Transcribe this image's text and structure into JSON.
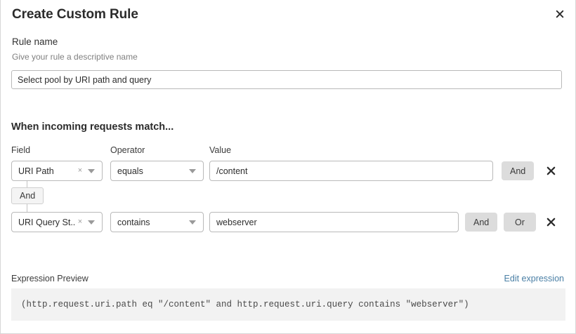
{
  "dialog": {
    "title": "Create Custom Rule",
    "close_icon": "close-icon"
  },
  "rule_name": {
    "label": "Rule name",
    "help": "Give your rule a descriptive name",
    "value": "Select pool by URI path and query",
    "placeholder": ""
  },
  "conditions": {
    "heading": "When incoming requests match...",
    "columns": {
      "field": "Field",
      "operator": "Operator",
      "value": "Value"
    },
    "connector_label": "And",
    "rows": [
      {
        "field": "URI Path",
        "operator": "equals",
        "value": "/content",
        "clear_icon": "×",
        "buttons": [
          "And"
        ],
        "delete_icon": "close-icon"
      },
      {
        "field": "URI Query St...",
        "operator": "contains",
        "value": "webserver",
        "clear_icon": "×",
        "buttons": [
          "And",
          "Or"
        ],
        "delete_icon": "close-icon"
      }
    ]
  },
  "expression": {
    "label": "Expression Preview",
    "edit_link": "Edit expression",
    "text": "(http.request.uri.path eq \"/content\" and http.request.uri.query contains \"webserver\")"
  },
  "colors": {
    "link": "#4a7fa5",
    "button_bg": "#dcdcdc",
    "expr_bg": "#f2f2f2",
    "border": "#b9b9b9"
  }
}
